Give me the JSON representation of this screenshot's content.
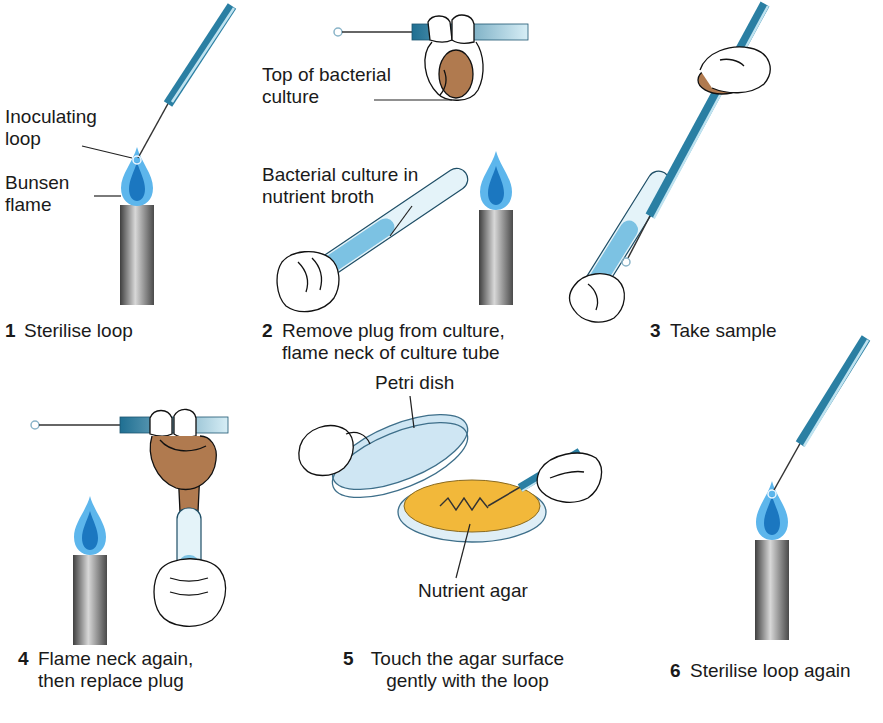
{
  "diagram": {
    "labels": [
      "Inoculating loop",
      "Bunsen flame",
      "Top of bacterial culture",
      "Bacterial culture in nutrient broth",
      "1",
      "Sterilise loop",
      "2",
      "Remove plug from culture, flame neck of culture tube",
      "3",
      "Take sample",
      "Petri dish",
      "Nutrient agar",
      "4",
      "Flame neck again, then replace plug",
      "5",
      "Touch the agar surface gently with the loop",
      "6",
      "Sterilise loop again"
    ]
  }
}
